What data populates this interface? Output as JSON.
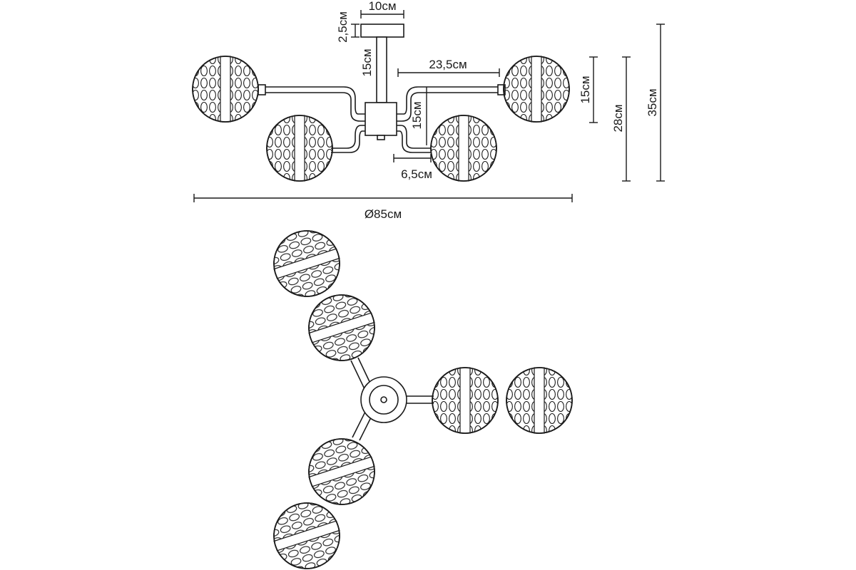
{
  "dimensions": {
    "canopy_width": "10см",
    "canopy_height": "2,5см",
    "rod_length": "15см",
    "arm_length": "23,5см",
    "drop_height": "15см",
    "side_height_a": "15см",
    "height_total_28": "28см",
    "height_total_35": "35см",
    "offset": "6,5см",
    "diameter": "Ø85см"
  },
  "colors": {
    "stroke": "#1a1a1a",
    "background": "#ffffff"
  }
}
